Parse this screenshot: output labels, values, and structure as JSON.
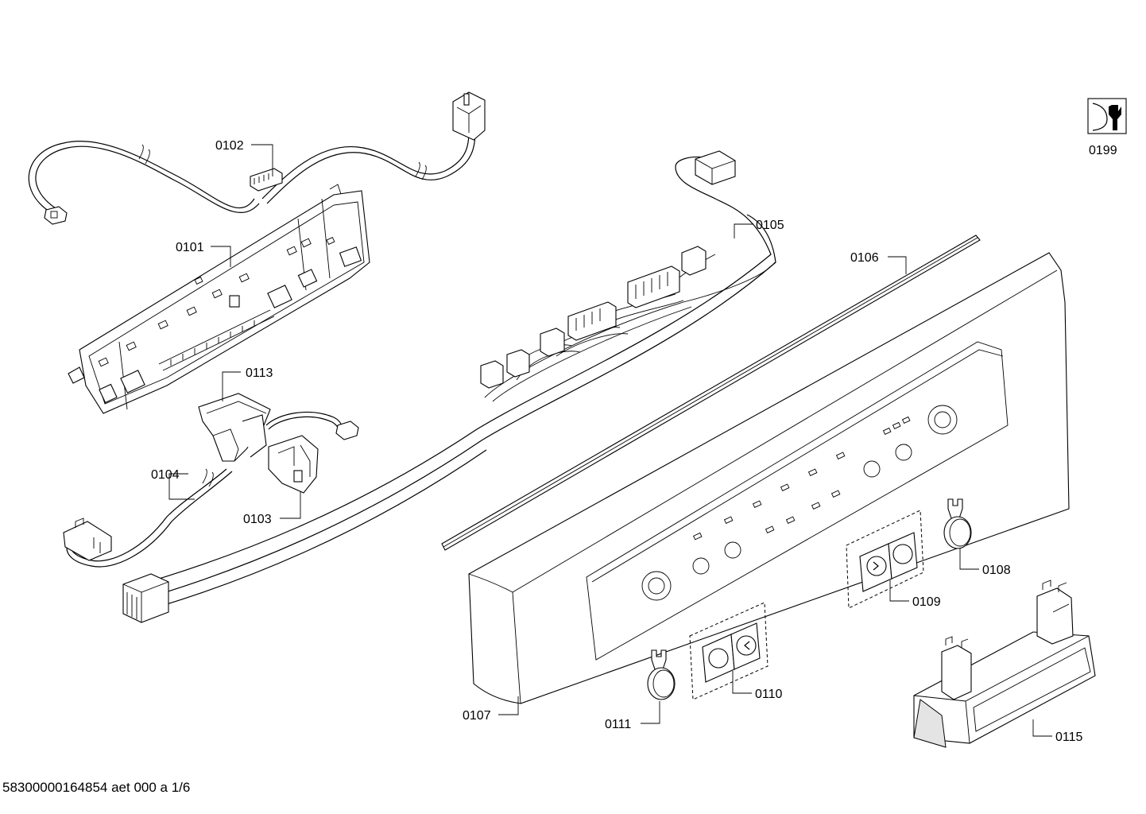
{
  "document_id": "58300000164854 aet 000 a 1/6",
  "parts": {
    "p0101": "0101",
    "p0102": "0102",
    "p0103": "0103",
    "p0104": "0104",
    "p0105": "0105",
    "p0106": "0106",
    "p0107": "0107",
    "p0108": "0108",
    "p0109": "0109",
    "p0110": "0110",
    "p0111": "0111",
    "p0113": "0113",
    "p0115": "0115",
    "p0199": "0199"
  }
}
